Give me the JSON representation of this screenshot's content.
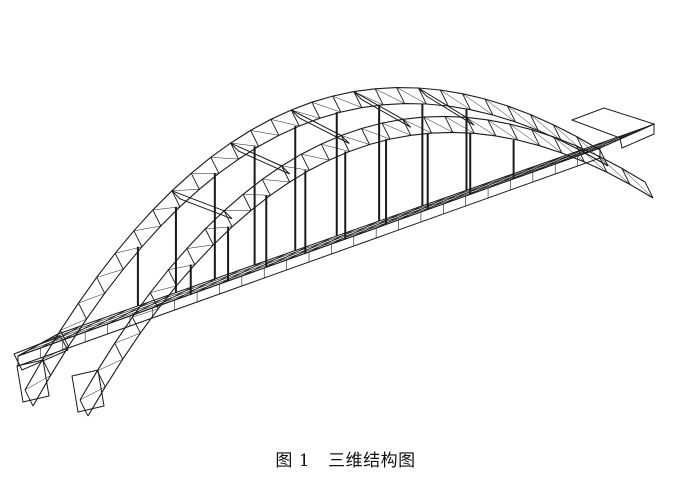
{
  "figure": {
    "number": "图 1",
    "title": "三维结构图"
  },
  "colors": {
    "line": "#1a1a1a",
    "background": "#ffffff"
  },
  "structure": {
    "arch_ribs": 2,
    "vertical_hangers_per_rib": 9,
    "deck_crossbeams": 26,
    "rib_segments": 28,
    "wind_braces": 5
  }
}
